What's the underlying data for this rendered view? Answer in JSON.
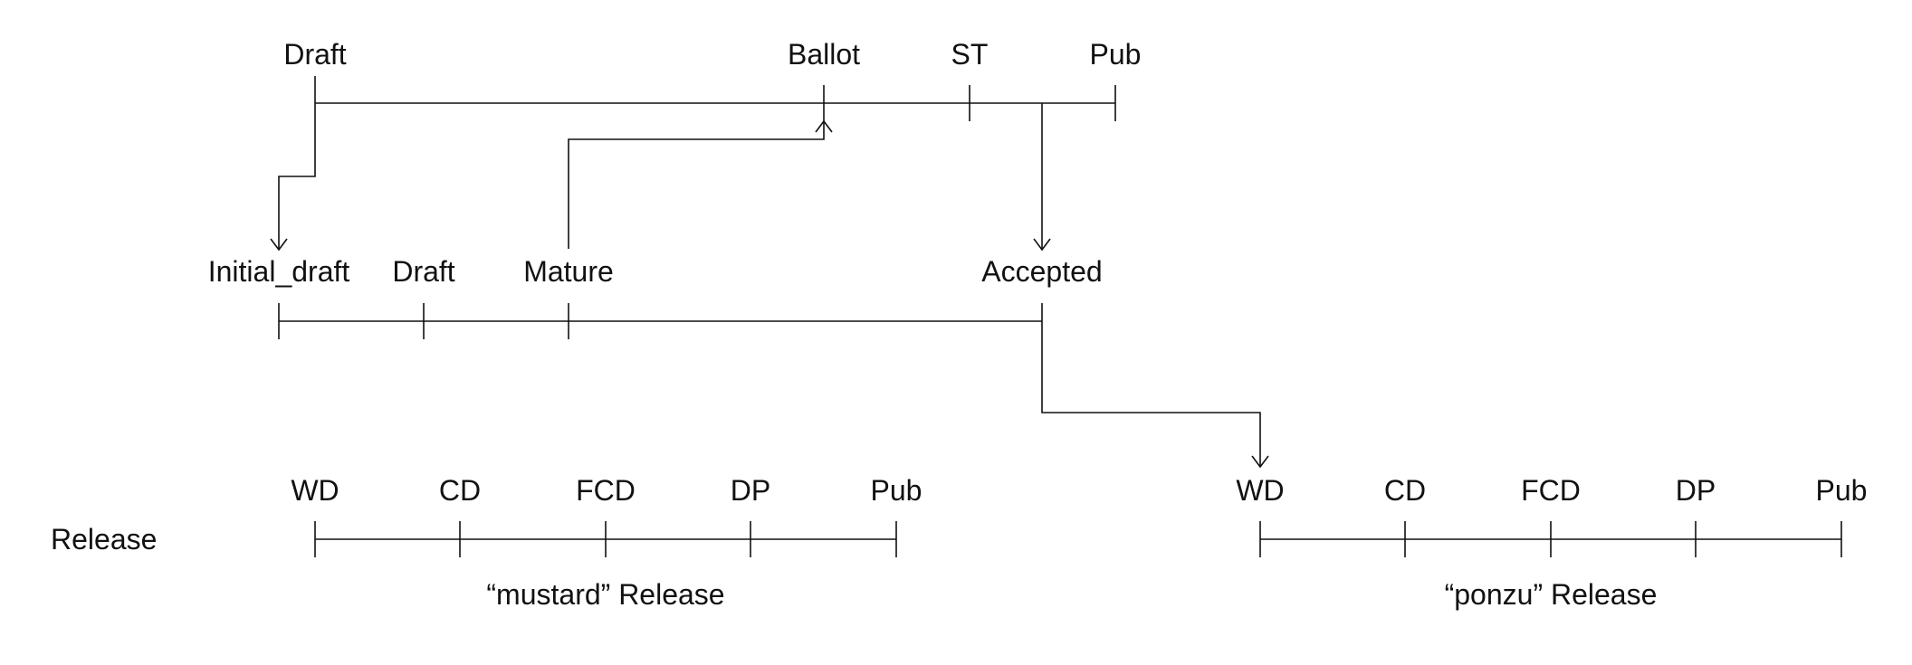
{
  "labels": {
    "top_draft": "Draft",
    "top_ballot": "Ballot",
    "top_st": "ST",
    "top_pub": "Pub",
    "mid_initial_draft": "Initial_draft",
    "mid_draft": "Draft",
    "mid_mature": "Mature",
    "mid_accepted": "Accepted",
    "release_label": "Release",
    "r1_wd": "WD",
    "r1_cd": "CD",
    "r1_fcd": "FCD",
    "r1_dp": "DP",
    "r1_pub": "Pub",
    "r1_name": "“mustard” Release",
    "r2_wd": "WD",
    "r2_cd": "CD",
    "r2_fcd": "FCD",
    "r2_dp": "DP",
    "r2_pub": "Pub",
    "r2_name": "“ponzu” Release"
  }
}
